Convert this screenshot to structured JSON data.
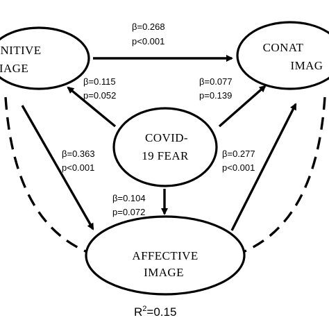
{
  "nodes": {
    "cognitive": {
      "line1": "NITIVE",
      "line2": "IAGE"
    },
    "conative": {
      "line1": "CONAT",
      "line2": "IMAG"
    },
    "covid": {
      "line1": "COVID-",
      "line2": "19 FEAR"
    },
    "affective": {
      "line1": "AFFECTIVE",
      "line2": "IMAGE"
    }
  },
  "paths": {
    "cognitive_to_conative": {
      "beta": "β=0.268",
      "p": "p<0.001"
    },
    "covid_to_cognitive": {
      "beta": "β=0.115",
      "p": "p=0.052"
    },
    "covid_to_conative": {
      "beta": "β=0.077",
      "p": "p=0.139"
    },
    "cognitive_to_affective": {
      "beta": "β=0.363",
      "p": "p<0.001"
    },
    "affective_to_conative": {
      "beta": "β=0.277",
      "p": "p<0.001"
    },
    "covid_to_affective": {
      "beta": "β=0.104",
      "p": "p=0.072"
    }
  },
  "r_squared": {
    "label": "R",
    "superscript": "2",
    "value": "=0.15"
  }
}
